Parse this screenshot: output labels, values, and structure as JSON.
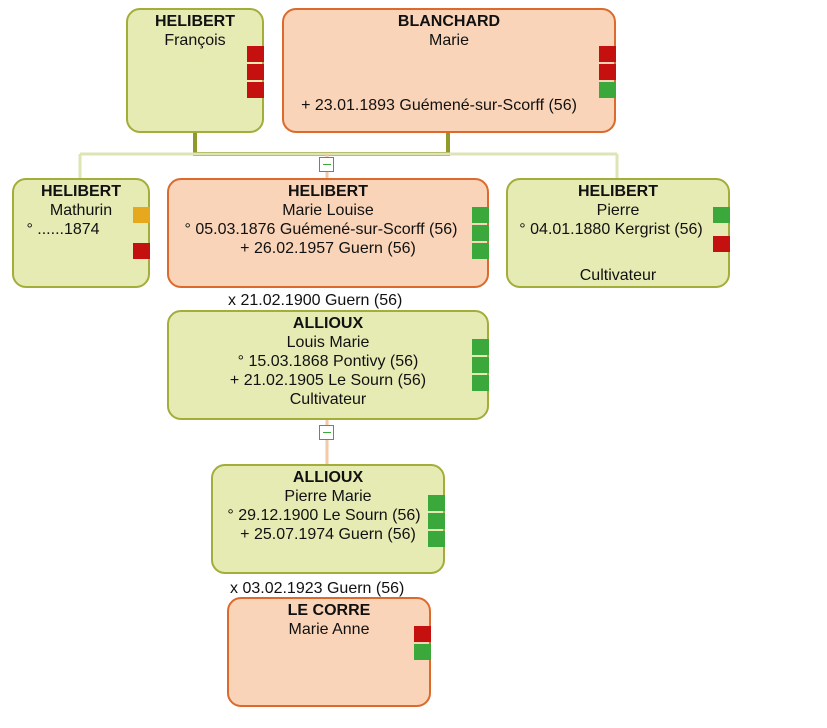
{
  "colors": {
    "male_fill": "#e6ebb4",
    "male_border": "#a3ad3a",
    "female_fill": "#f9d4b8",
    "female_border": "#dc6a2c",
    "mark_green": "#3aa83a",
    "mark_red": "#c4100e",
    "mark_orange": "#e6a81c"
  },
  "people": {
    "francois": {
      "surname": "HELIBERT",
      "given": "François",
      "marks": [
        "red",
        "red",
        "red"
      ]
    },
    "marie_blanchard": {
      "surname": "BLANCHARD",
      "given": "Marie",
      "death": "+ 23.01.1893 Guémené-sur-Scorff (56)",
      "marks": [
        "red",
        "red",
        "green"
      ]
    },
    "mathurin": {
      "surname": "HELIBERT",
      "given": "Mathurin",
      "birth": "° ......1874",
      "marks": [
        "orange",
        "gap",
        "red"
      ]
    },
    "marie_louise": {
      "surname": "HELIBERT",
      "given": "Marie Louise",
      "birth": "° 05.03.1876 Guémené-sur-Scorff (56)",
      "death": "+ 26.02.1957 Guern (56)",
      "marks": [
        "green",
        "green",
        "green"
      ]
    },
    "pierre": {
      "surname": "HELIBERT",
      "given": "Pierre",
      "birth": "° 04.01.1880 Kergrist (56)",
      "occupation": "Cultivateur",
      "marks": [
        "green",
        "red"
      ]
    },
    "louis_marie": {
      "surname": "ALLIOUX",
      "given": "Louis Marie",
      "birth": "° 15.03.1868 Pontivy (56)",
      "death": "+ 21.02.1905 Le Sourn (56)",
      "occupation": "Cultivateur",
      "marks": [
        "green",
        "green",
        "green"
      ]
    },
    "pierre_marie": {
      "surname": "ALLIOUX",
      "given": "Pierre Marie",
      "birth": "° 29.12.1900 Le Sourn (56)",
      "death": "+ 25.07.1974 Guern (56)",
      "marks": [
        "green",
        "green",
        "green"
      ]
    },
    "marie_anne": {
      "surname": "LE CORRE",
      "given": "Marie Anne",
      "marks": [
        "red",
        "green"
      ]
    }
  },
  "unions": {
    "marie_louise_louis_marie": "x 21.02.1900 Guern (56)",
    "pierre_marie_marie_anne": "x 03.02.1923 Guern (56)"
  }
}
